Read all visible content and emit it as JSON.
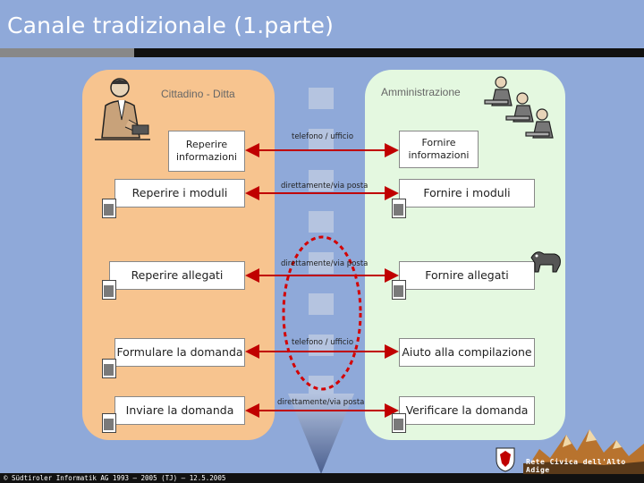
{
  "slide": {
    "title": "Canale tradizionale (1.parte)"
  },
  "headers": {
    "left": "Cittadino - Ditta",
    "right": "Amministrazione"
  },
  "rows": [
    {
      "left": "Reperire informazioni",
      "right": "Fornire informazioni",
      "channel": "telefono / ufficio"
    },
    {
      "left": "Reperire i moduli",
      "right": "Fornire i moduli",
      "channel": "direttamente/via posta"
    },
    {
      "left": "Reperire allegati",
      "right": "Fornire allegati",
      "channel": "direttamente/via posta"
    },
    {
      "left": "Formulare la domanda",
      "right": "Aiuto alla compilazione",
      "channel": "telefono / ufficio"
    },
    {
      "left": "Inviare la domanda",
      "right": "Verificare la domanda",
      "channel": "direttamente/via posta"
    }
  ],
  "footer": {
    "copyright": "© Südtiroler Informatik AG 1993 – 2005   (TJ) – 12.5.2005",
    "logo_text": "Rete Civica dell'Alto Adige"
  },
  "colors": {
    "background": "#8fa9d9",
    "left_panel": "#f7c48f",
    "right_panel": "#e4f8e0",
    "arrow": "#c00000",
    "loop": "#d40000"
  },
  "icons": [
    "citizen-at-desk-icon",
    "office-workers-icon",
    "document-icon",
    "dog-icon",
    "coat-of-arms-icon",
    "mountains-icon"
  ]
}
